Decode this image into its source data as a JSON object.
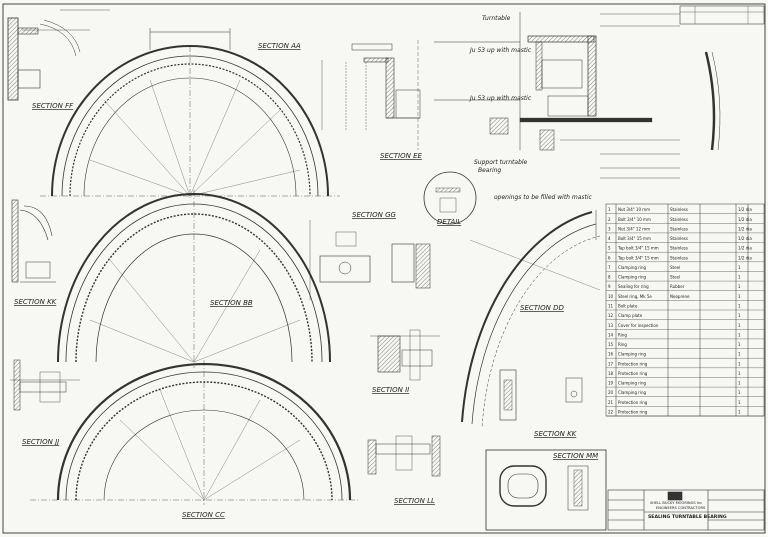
{
  "sections": {
    "ff": "SECTION FF",
    "aa": "SECTION AA",
    "ee": "SECTION EE",
    "gg": "SECTION GG",
    "kk_left": "SECTION KK",
    "bb": "SECTION BB",
    "dd": "SECTION DD",
    "jj": "SECTION JJ",
    "ii": "SECTION II",
    "kk_right": "SECTION KK",
    "cc": "SECTION CC",
    "ll": "SECTION LL",
    "mm": "SECTION MM",
    "detail": "DETAIL"
  },
  "notes": {
    "turntable": "Turntable",
    "mastic_top": "Ju 53 up with mastic",
    "mastic_mid": "Ju 53 up with mastic",
    "support_1": "Support turntable",
    "support_2": "Bearing",
    "openings": "openings to be filled with mastic"
  },
  "company": {
    "line1": "SHELL BUCKY MOORINGS Inc",
    "line2": "ENGINEERS  CONTRACTORS",
    "title": "SEALING TURNTABLE BEARING"
  },
  "parts_list": {
    "rows": [
      {
        "desc": "Nut 3/4\" 10 mm",
        "material": "Stainless",
        "qty": "1/2 dia"
      },
      {
        "desc": "Bolt 3/4\" 10 mm",
        "material": "Stainless",
        "qty": "1/2 dia"
      },
      {
        "desc": "Nut 3/4\" 12 mm",
        "material": "Stainless",
        "qty": "1/2 dia"
      },
      {
        "desc": "Bolt 3/4\" 15 mm",
        "material": "Stainless",
        "qty": "1/2 dia"
      },
      {
        "desc": "Tap bolt 3/4\" 15 mm",
        "material": "Stainless",
        "qty": "1/2 dia"
      },
      {
        "desc": "Tap bolt 3/4\" 15 mm",
        "material": "Stainless",
        "qty": "1/2 dia"
      },
      {
        "desc": "Clamping ring",
        "material": "Steel",
        "qty": "1"
      },
      {
        "desc": "Clamping ring",
        "material": "Steel",
        "qty": "1"
      },
      {
        "desc": "Sealing for ring",
        "material": "Rubber",
        "qty": "1"
      },
      {
        "desc": "Steel ring, Mk 5e",
        "material": "Neoprene",
        "qty": "1"
      },
      {
        "desc": "Bolt plate",
        "material": "",
        "qty": "1"
      },
      {
        "desc": "Clamp plate",
        "material": "",
        "qty": "1"
      },
      {
        "desc": "Cover for inspection",
        "material": "",
        "qty": "1"
      },
      {
        "desc": "Ring",
        "material": "",
        "qty": "1"
      },
      {
        "desc": "Ring",
        "material": "",
        "qty": "1"
      },
      {
        "desc": "Clamping ring",
        "material": "",
        "qty": "1"
      },
      {
        "desc": "Protection ring",
        "material": "",
        "qty": "1"
      },
      {
        "desc": "Protection ring",
        "material": "",
        "qty": "1"
      },
      {
        "desc": "Clamping ring",
        "material": "",
        "qty": "1"
      },
      {
        "desc": "Clamping ring",
        "material": "",
        "qty": "1"
      },
      {
        "desc": "Protection ring",
        "material": "",
        "qty": "1"
      },
      {
        "desc": "Protection ring",
        "material": "",
        "qty": "1"
      }
    ]
  }
}
